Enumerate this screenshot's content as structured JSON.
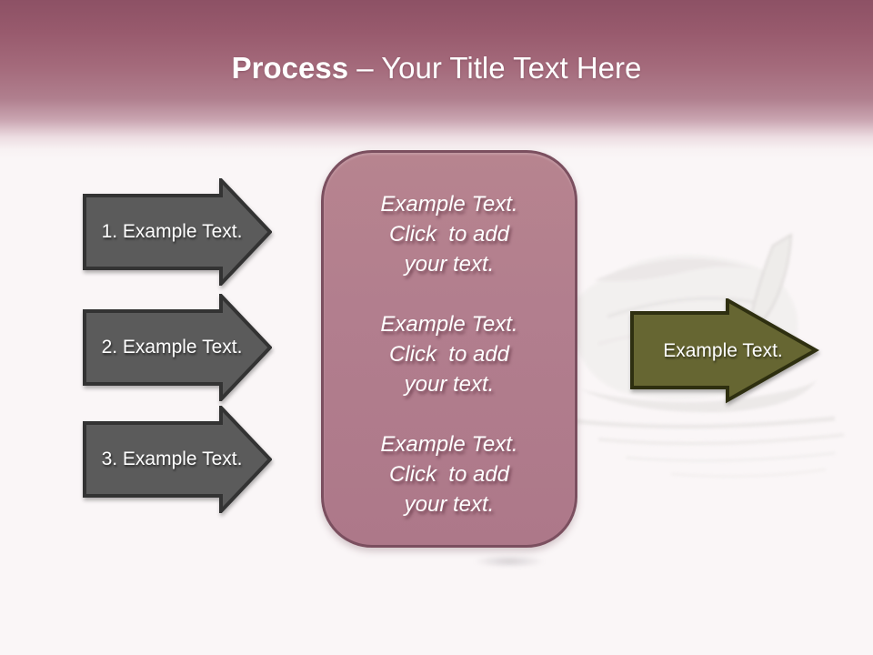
{
  "slide": {
    "title": {
      "bold": "Process",
      "rest": " – Your Title Text Here"
    },
    "left_arrows": [
      {
        "label": "1. Example Text."
      },
      {
        "label": "2. Example Text."
      },
      {
        "label": "3. Example Text."
      }
    ],
    "center_box": {
      "blocks": [
        {
          "lines": [
            "Example Text.",
            "Click  to add",
            "your text."
          ]
        },
        {
          "lines": [
            "Example Text.",
            "Click  to add",
            "your text."
          ]
        },
        {
          "lines": [
            "Example Text.",
            "Click  to add",
            "your text."
          ]
        }
      ]
    },
    "right_arrow": {
      "label": "Example Text."
    },
    "colors": {
      "header_top": "#8d5165",
      "header_fade": "#faf6f7",
      "gray_arrow_fill": "#5b5b5b",
      "gray_arrow_border": "#333333",
      "olive_arrow_fill": "#666632",
      "olive_arrow_border": "#2e2f10",
      "box_fill": "#b27e8e",
      "box_border": "#7b4f5f",
      "text": "#ffffff"
    }
  }
}
